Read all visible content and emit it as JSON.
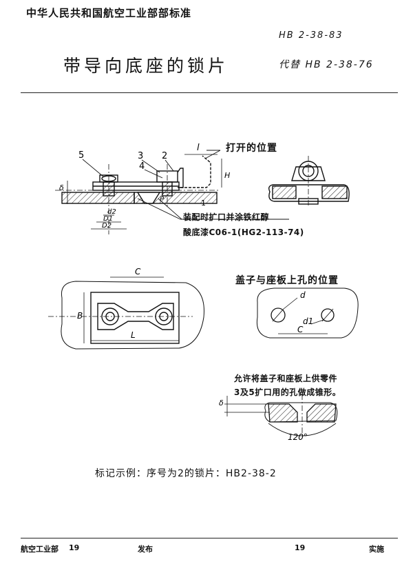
{
  "header": {
    "organization": "中华人民共和国航空工业部部标准",
    "standard_number": "HB 2-38-83",
    "title": "带导向底座的锁片",
    "replaces": "代替 HB 2-38-76"
  },
  "figure1": {
    "callouts": [
      "5",
      "3",
      "4",
      "2",
      "l",
      "H",
      "δ",
      "P",
      "1"
    ],
    "dimensions": [
      "d2",
      "D1",
      "D2"
    ],
    "open_position_label": "打开的位置",
    "note_line1": "装配时扩口并涂铁红醇",
    "note_line2": "酸底漆C06-1(HG2-113-74)"
  },
  "figure2": {
    "dim_c": "C",
    "dim_b": "B",
    "dim_l": "L"
  },
  "figure3": {
    "label": "盖子与座板上孔的位置",
    "dim_d": "d",
    "dim_d1": "d1",
    "dim_c": "C"
  },
  "figure4": {
    "note_line1": "允许将盖子和座板上供零件",
    "note_line2": "3及5扩口用的孔做成锥形。",
    "angle": "120°",
    "dim_delta": "δ"
  },
  "example": "标记示例：序号为2的锁片：HB2-38-2",
  "footer": {
    "issuer": "航空工业部",
    "year_left": "19",
    "issued_label": "发布",
    "year_right": "19",
    "implement_label": "实施"
  }
}
